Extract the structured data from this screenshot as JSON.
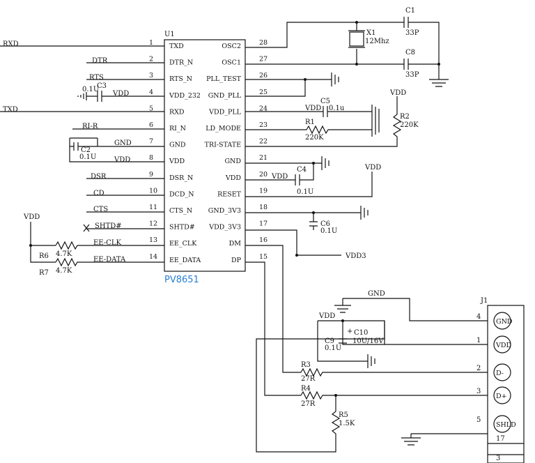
{
  "chip": {
    "ref": "U1",
    "part": "PV8651",
    "left_pins": [
      {
        "num": "1",
        "name": "TXD"
      },
      {
        "num": "2",
        "name": "DTR_N"
      },
      {
        "num": "3",
        "name": "RTS_N"
      },
      {
        "num": "4",
        "name": "VDD_232"
      },
      {
        "num": "5",
        "name": "RXD"
      },
      {
        "num": "6",
        "name": "RI_N"
      },
      {
        "num": "7",
        "name": "GND"
      },
      {
        "num": "8",
        "name": "VDD"
      },
      {
        "num": "9",
        "name": "DSR_N"
      },
      {
        "num": "10",
        "name": "DCD_N"
      },
      {
        "num": "11",
        "name": "CTS_N"
      },
      {
        "num": "12",
        "name": "SHTD#"
      },
      {
        "num": "13",
        "name": "EE_CLK"
      },
      {
        "num": "14",
        "name": "EE_DATA"
      }
    ],
    "right_pins": [
      {
        "num": "28",
        "name": "OSC2"
      },
      {
        "num": "27",
        "name": "OSC1"
      },
      {
        "num": "26",
        "name": "PLL_TEST"
      },
      {
        "num": "25",
        "name": "GND_PLL"
      },
      {
        "num": "24",
        "name": "VDD_PLL"
      },
      {
        "num": "23",
        "name": "LD_MODE"
      },
      {
        "num": "22",
        "name": "TRI-STATE"
      },
      {
        "num": "21",
        "name": "GND"
      },
      {
        "num": "20",
        "name": "VDD"
      },
      {
        "num": "19",
        "name": "RESET"
      },
      {
        "num": "18",
        "name": "GND_3V3"
      },
      {
        "num": "17",
        "name": "VDD_3V3"
      },
      {
        "num": "16",
        "name": "DM"
      },
      {
        "num": "15",
        "name": "DP"
      }
    ]
  },
  "left_nets": {
    "rxd": "RXD",
    "dtr": "DTR",
    "rts": "RTS",
    "txd": "TXD",
    "rir": "RI-R",
    "gnd7": "GND",
    "vdd8": "VDD",
    "dsr": "DSR",
    "cd": "CD",
    "cts": "CTS",
    "shtd": "SHTD#",
    "eeclk": "EE-CLK",
    "eedata": "EE-DATA",
    "vdd4": "VDD",
    "vdd_top": "VDD"
  },
  "components": {
    "c1": {
      "ref": "C1",
      "value": "33P"
    },
    "c8": {
      "ref": "C8",
      "value": "33P"
    },
    "x1": {
      "ref": "X1",
      "value": "12Mhz"
    },
    "c3": {
      "ref": "C3",
      "value": "0.1U"
    },
    "c2": {
      "ref": "C2",
      "value": "0.1U"
    },
    "c5": {
      "ref": "C5",
      "value": "0.1u"
    },
    "r1": {
      "ref": "R1",
      "value": "220K"
    },
    "r2": {
      "ref": "R2",
      "value": "220K"
    },
    "c4": {
      "ref": "C4",
      "value": "0.1U"
    },
    "c6": {
      "ref": "C6",
      "value": "0.1U"
    },
    "r6": {
      "ref": "R6",
      "value": "4.7K"
    },
    "r7": {
      "ref": "R7",
      "value": "4.7K"
    },
    "r3": {
      "ref": "R3",
      "value": "27R"
    },
    "r4": {
      "ref": "R4",
      "value": "27R"
    },
    "r5": {
      "ref": "R5",
      "value": "1.5K"
    },
    "c9": {
      "ref": "C9",
      "value": "0.1U"
    },
    "c10": {
      "ref": "C10",
      "value": "10U/16V",
      "polarity": "+"
    }
  },
  "right_nets": {
    "vdd24": "VDD",
    "vdd20": "VDD",
    "vdd_r2": "VDD",
    "vdd_reset": "VDD",
    "vdd3": "VDD3",
    "gnd_j1": "GND",
    "vdd_c9": "VDD"
  },
  "connector": {
    "ref": "J1",
    "pins": [
      {
        "num": "4",
        "name": "GND"
      },
      {
        "num": "1",
        "name": "VDD"
      },
      {
        "num": "2",
        "name": "D-"
      },
      {
        "num": "3",
        "name": "D+"
      },
      {
        "num": "5",
        "name": "SHLD"
      }
    ],
    "extra_nums": [
      "17",
      "3"
    ]
  }
}
